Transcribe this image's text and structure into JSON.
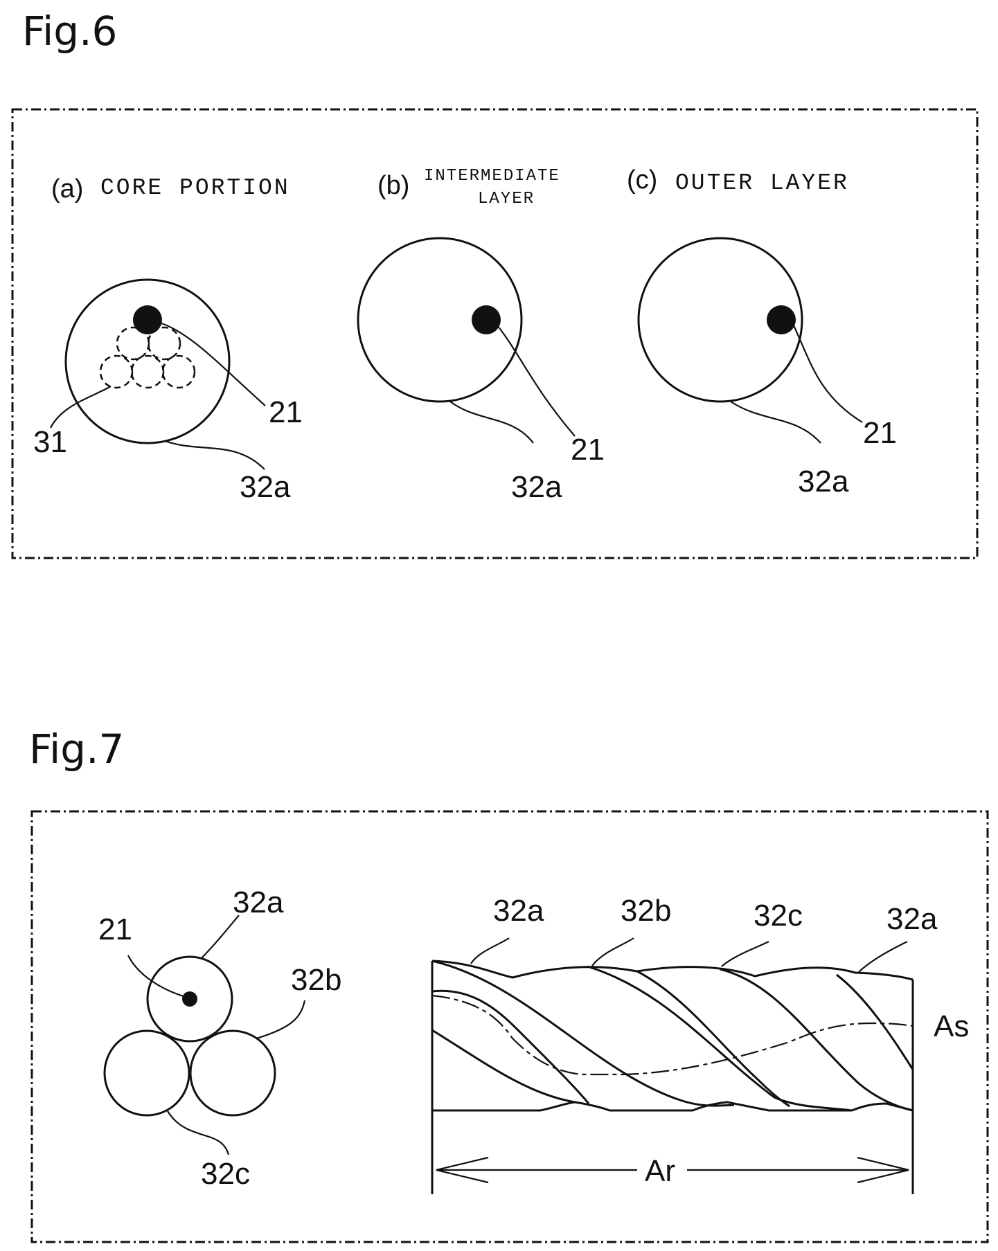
{
  "fig6": {
    "title": "Fig.6",
    "panels": [
      {
        "letter": "(a)",
        "caption": "CORE PORTION",
        "labels": {
          "wire": "21",
          "filaments": "31",
          "strand": "32a"
        }
      },
      {
        "letter": "(b)",
        "caption_line1": "INTERMEDIATE",
        "caption_line2": "LAYER",
        "labels": {
          "wire": "21",
          "strand": "32a"
        }
      },
      {
        "letter": "(c)",
        "caption": "OUTER LAYER",
        "labels": {
          "wire": "21",
          "strand": "32a"
        }
      }
    ]
  },
  "fig7": {
    "title": "Fig.7",
    "cross_section": {
      "wire": "21",
      "strand_a": "32a",
      "strand_b": "32b",
      "strand_c": "32c"
    },
    "side_view": {
      "strand_labels": [
        "32a",
        "32b",
        "32c",
        "32a"
      ],
      "axis_label": "As",
      "pitch_label": "Ar"
    }
  }
}
